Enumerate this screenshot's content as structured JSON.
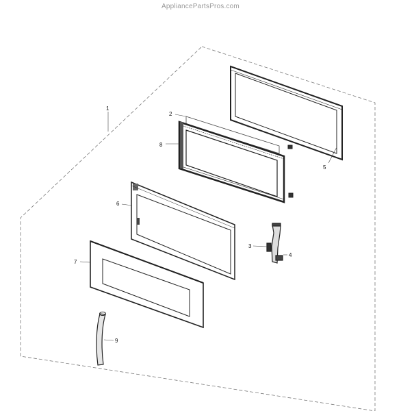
{
  "watermark": "AppliancePartsPros.com",
  "callouts": {
    "c1": "1",
    "c2": "2",
    "c3": "3",
    "c4": "4",
    "c5": "5",
    "c6": "6",
    "c7": "7",
    "c8": "8",
    "c9": "9"
  }
}
